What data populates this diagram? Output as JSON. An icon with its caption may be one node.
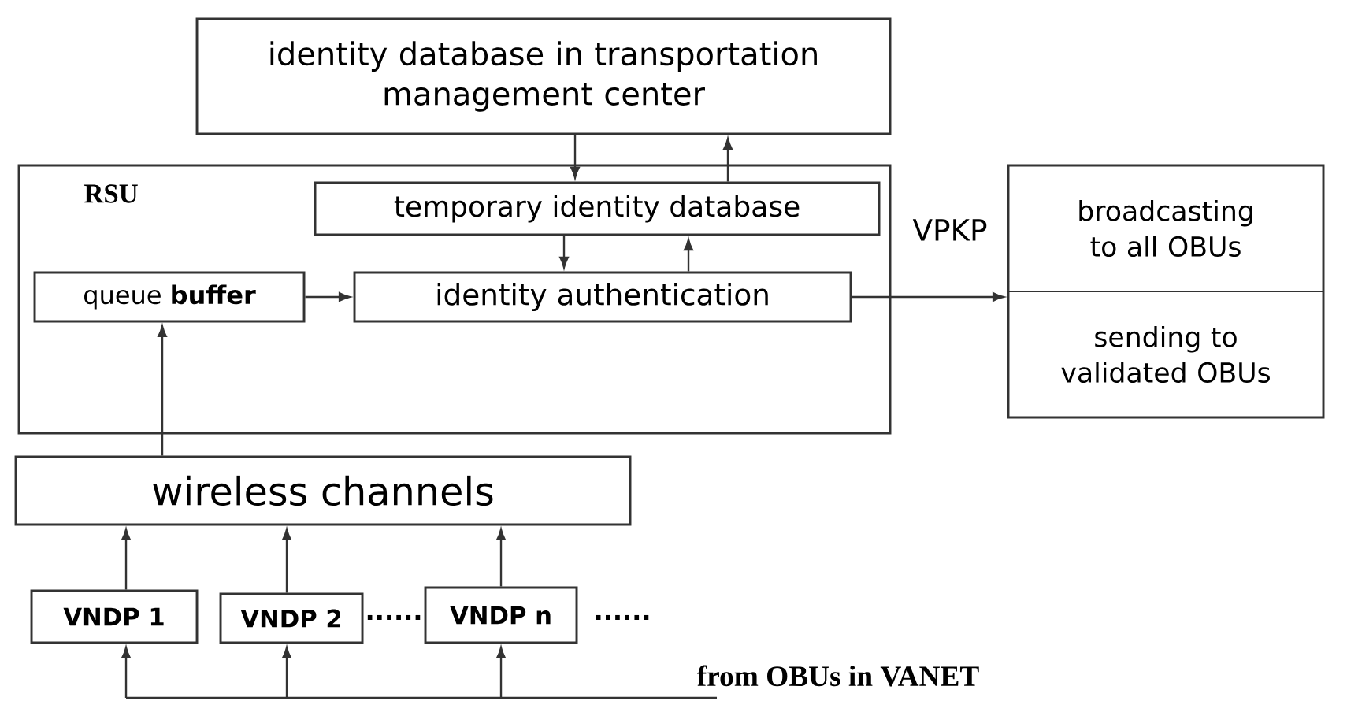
{
  "diagram": {
    "nodes": [
      {
        "text": [
          "identity database in transportation management center"
        ]
      },
      {
        "text": [
          "RSU"
        ]
      },
      {
        "text": [
          "temporary identity database"
        ],
        "in": 1
      },
      {
        "text": [
          "queue **buffer**"
        ],
        "in": 1
      },
      {
        "text": [
          "identity authentication"
        ],
        "in": 1
      },
      {
        "text": [
          "broadcasting to all OBUs",
          "sending to validated OBUs"
        ]
      },
      {
        "text": [
          "wireless channels"
        ]
      },
      {
        "text": [
          "VNDP 1"
        ]
      },
      {
        "text": [
          "VNDP 2"
        ]
      },
      {
        "text": [
          "VNDP n"
        ]
      }
    ],
    "edges": [
      {
        "from": 0,
        "to": 2,
        "arrow": "to"
      },
      {
        "from": 2,
        "to": 0,
        "arrow": "to"
      },
      {
        "from": 2,
        "to": 4,
        "arrow": "to"
      },
      {
        "from": 4,
        "to": 2,
        "arrow": "to"
      },
      {
        "from": 3,
        "to": 4,
        "arrow": "to"
      },
      {
        "from": 4,
        "to": 5,
        "arrow": "to",
        "label": "VPKP"
      },
      {
        "from": 6,
        "to": 3,
        "arrow": "to"
      },
      {
        "from": 7,
        "to": 6,
        "arrow": "to"
      },
      {
        "from": 8,
        "to": 6,
        "arrow": "to"
      },
      {
        "from": 9,
        "to": 6,
        "arrow": "to"
      },
      {
        "from": null,
        "to": 7,
        "arrow": "to"
      },
      {
        "from": null,
        "to": 8,
        "arrow": "to"
      },
      {
        "from": null,
        "to": 9,
        "arrow": "to"
      }
    ],
    "labels": [
      "......",
      "......",
      "from OBUs in VANET"
    ]
  }
}
